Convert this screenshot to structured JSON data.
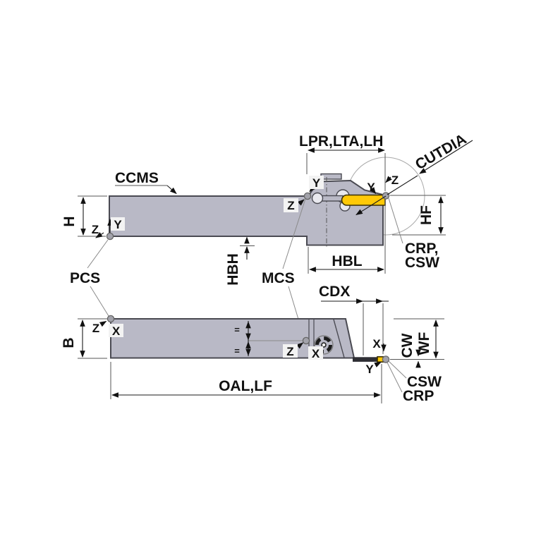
{
  "drawing": {
    "side_view": {
      "ccms": "CCMS",
      "lpr_lta_lh": "LPR,LTA,LH",
      "cutdia": "CUTDIA",
      "h": "H",
      "hbh": "HBH",
      "hbl": "HBL",
      "hf": "HF",
      "crp_csw": [
        "CRP,",
        "CSW"
      ]
    },
    "top_view": {
      "b": "B",
      "cdx": "CDX",
      "cw": "CW",
      "wf": "WF",
      "oal_lf": "OAL,LF",
      "csw": "CSW",
      "crp": "CRP",
      "equals": "="
    },
    "shared": {
      "pcs": "PCS",
      "mcs": "MCS"
    },
    "axis_markers": {
      "x": "X",
      "y": "Y",
      "z": "Z"
    }
  },
  "colors": {
    "body": "#b9b9c6",
    "insert": "#ffc907",
    "outline": "#4a4a52",
    "dimension_line": "#1a1a1a",
    "leader_line": "#8a8a8a",
    "reference_dot": "#a2a2aa"
  }
}
